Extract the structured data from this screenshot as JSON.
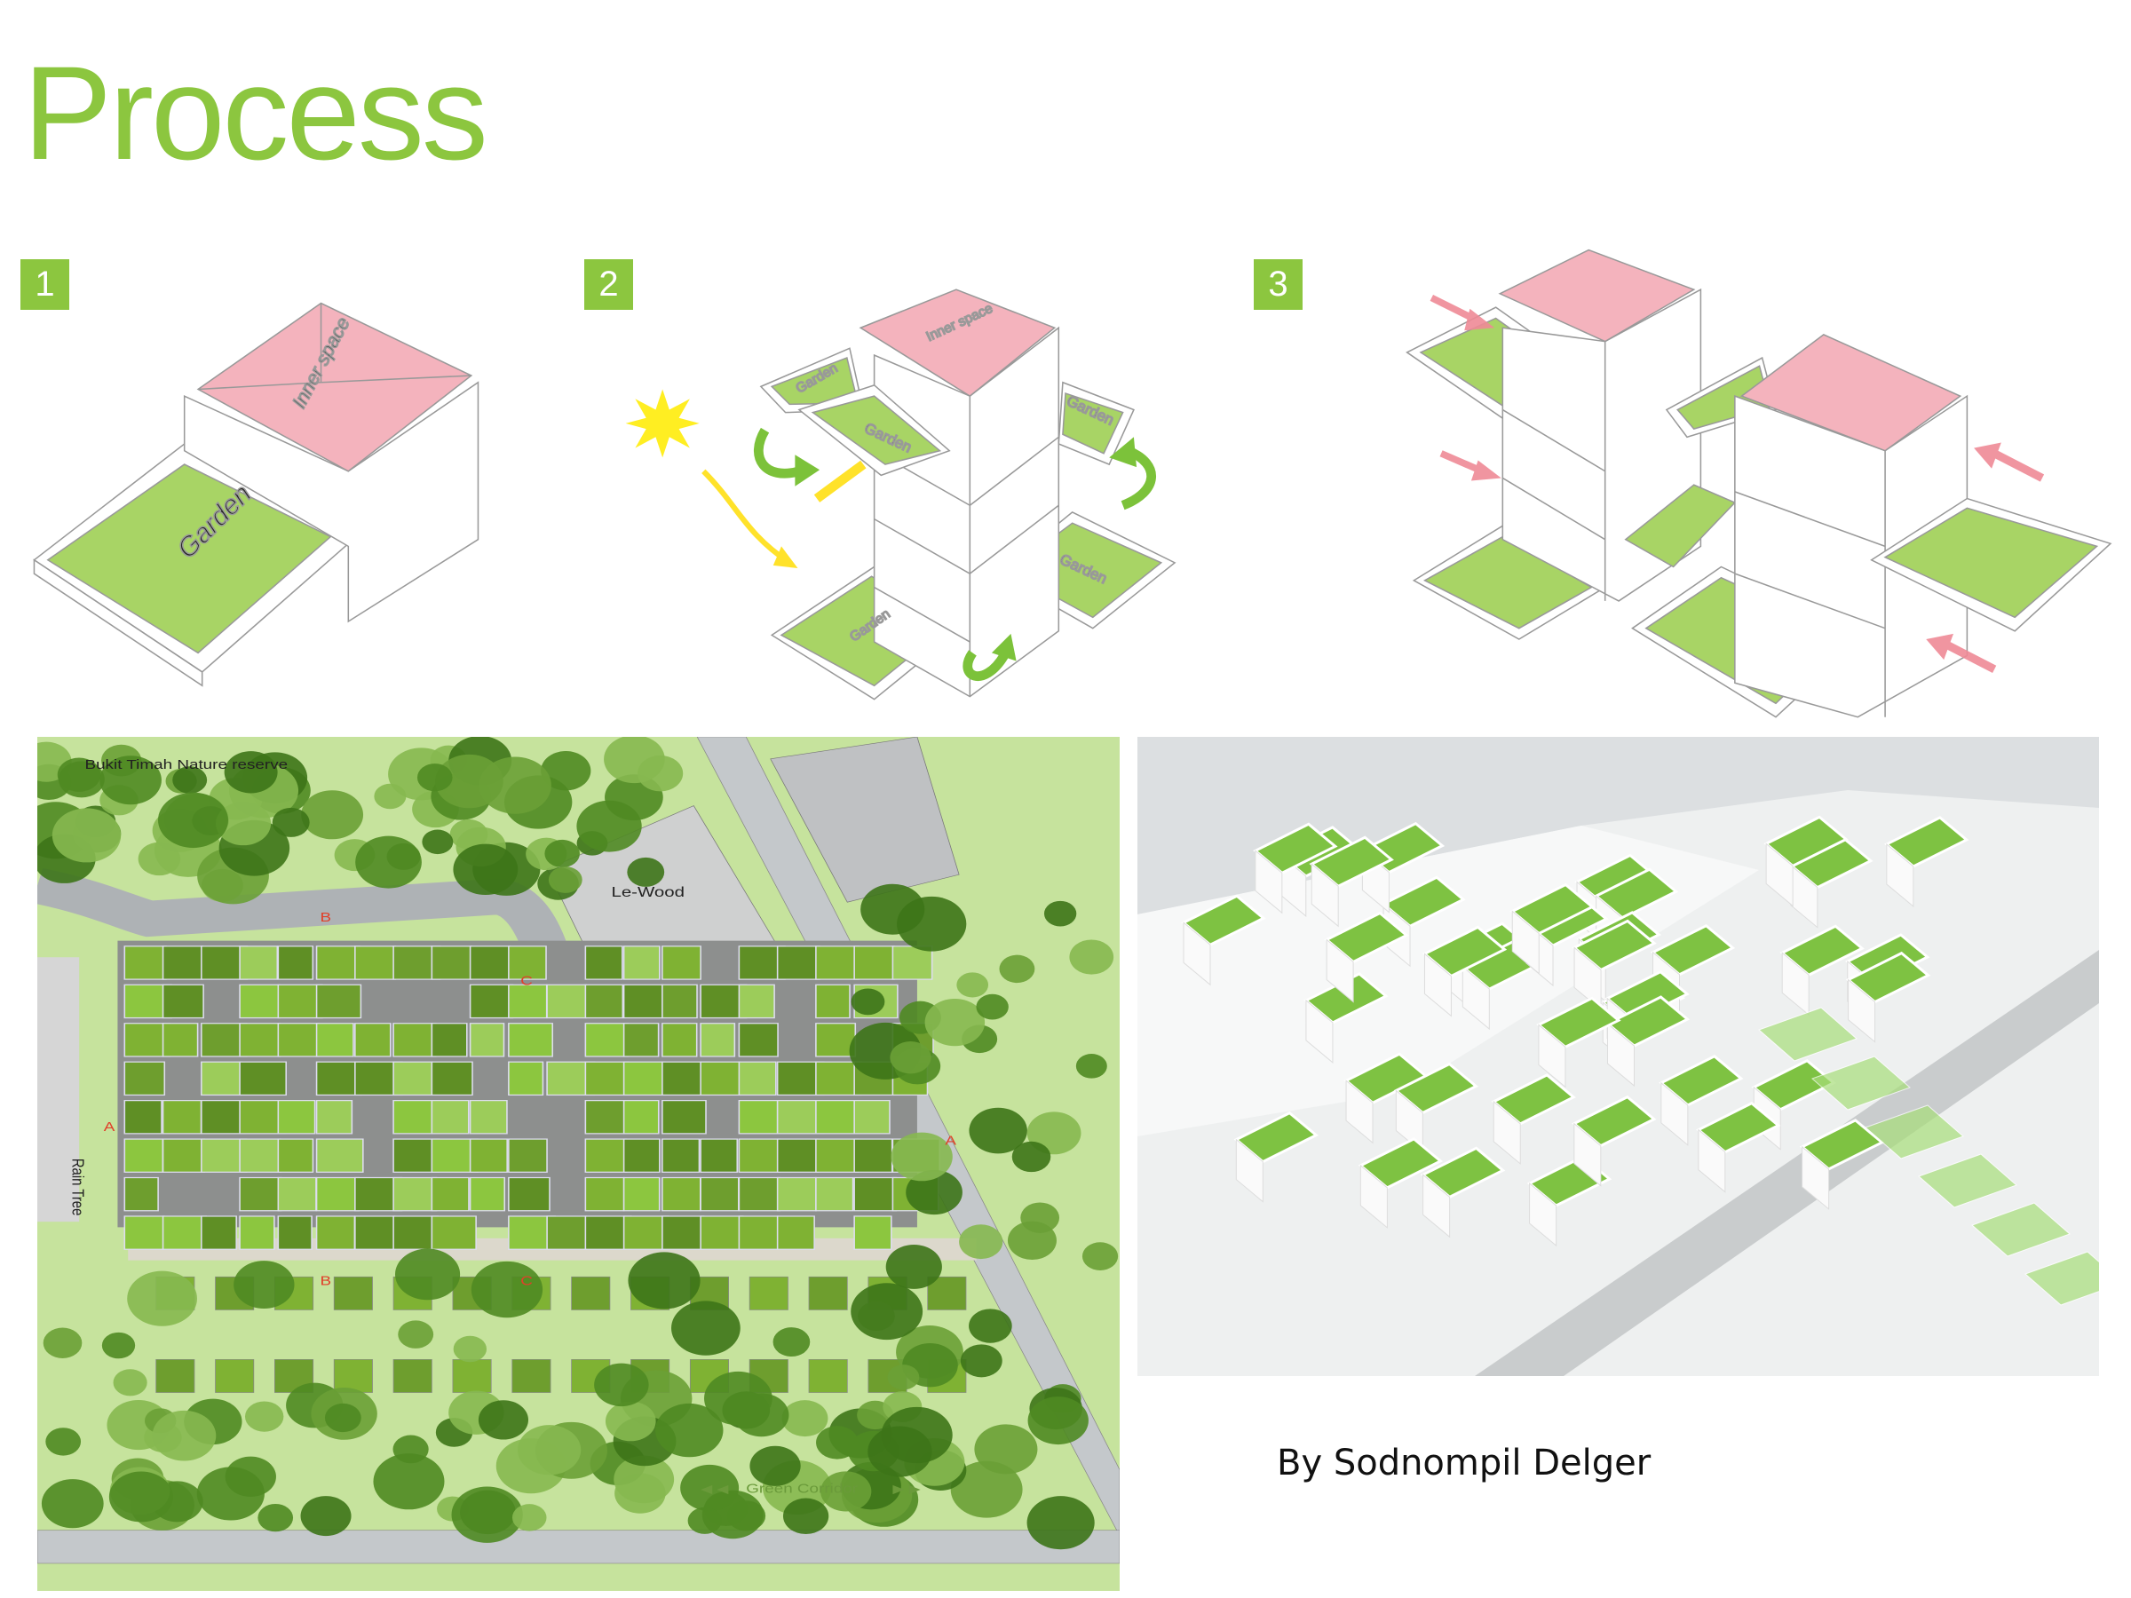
{
  "title": "Process",
  "steps": [
    "1",
    "2",
    "3"
  ],
  "diagram1": {
    "garden": "Garden",
    "inner": "Inner space"
  },
  "diagram2": {
    "inner": "Inner space",
    "garden": "Garden"
  },
  "site_plan": {
    "reserve": "Bukit Timah Nature reserve",
    "building": "Le-Wood",
    "rain_tree": "Rain Tree",
    "corridor": "Green Corridor",
    "corridor_left": "◀ ◀",
    "corridor_right": "▶ ▶",
    "section_a": "A",
    "section_b": "B",
    "section_c": "C"
  },
  "caption": "By Sodnompil Delger",
  "colors": {
    "accent": "#8cc63f",
    "pink": "#f4b3bd",
    "garden": "#a8d465",
    "arrow_red": "#ef8a96",
    "sun": "#ffee22"
  }
}
